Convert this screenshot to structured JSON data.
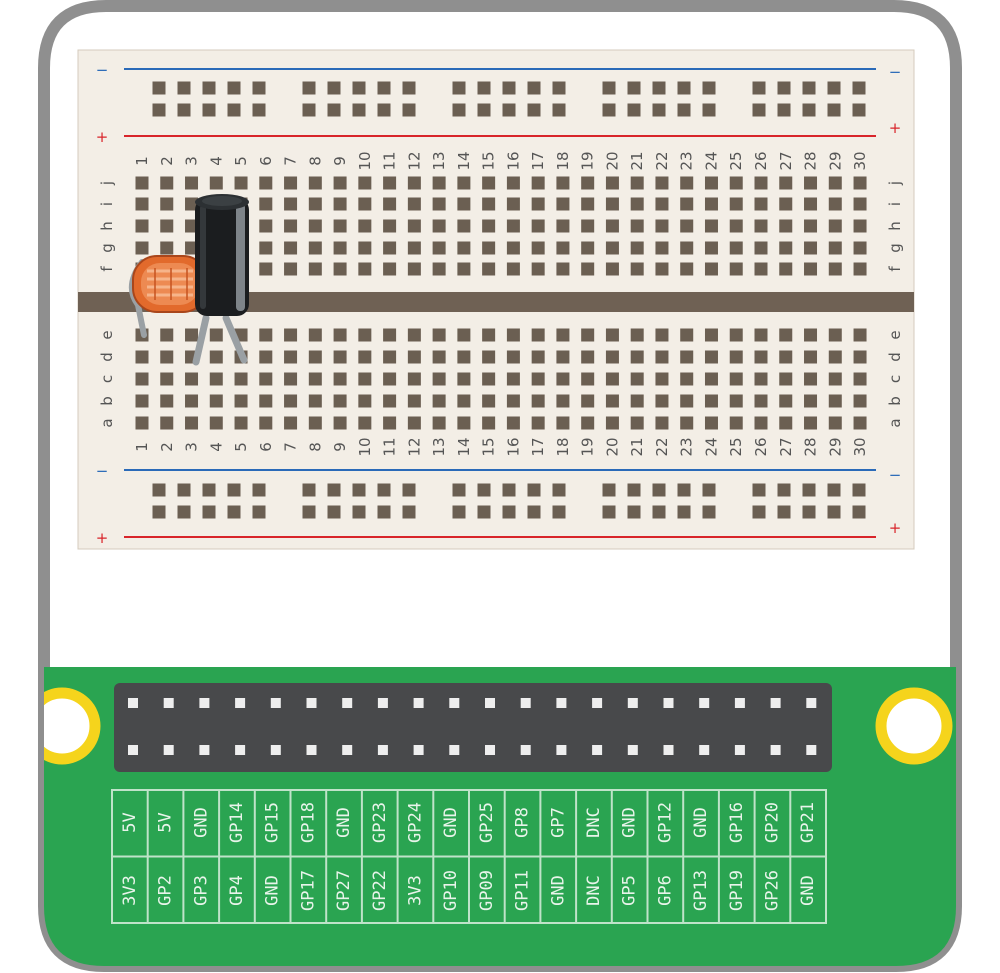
{
  "breadboard": {
    "column_numbers": [
      "1",
      "2",
      "3",
      "4",
      "5",
      "6",
      "7",
      "8",
      "9",
      "10",
      "11",
      "12",
      "13",
      "14",
      "15",
      "16",
      "17",
      "18",
      "19",
      "20",
      "21",
      "22",
      "23",
      "24",
      "25",
      "26",
      "27",
      "28",
      "29",
      "30"
    ],
    "upper_rows": [
      "j",
      "i",
      "h",
      "g",
      "f"
    ],
    "lower_rows": [
      "e",
      "d",
      "c",
      "b",
      "a"
    ],
    "rail_signs": {
      "minus": "−",
      "plus": "+"
    },
    "colors": {
      "board": "#f3eee6",
      "hole": "#6b5f52",
      "divider": "#6f6154",
      "negative_rail": "#2a6ab8",
      "positive_rail": "#d8242a"
    }
  },
  "components": {
    "capacitor": {
      "color": "#1b1d1f",
      "highlight": "#7e8489"
    },
    "ldr": {
      "body_color": "#e26a2c",
      "track_color": "#f6b48a"
    }
  },
  "gpio_header": {
    "pins_per_row": 20,
    "rows": 2,
    "top_labels": [
      "5V",
      "5V",
      "GND",
      "GP14",
      "GP15",
      "GP18",
      "GND",
      "GP23",
      "GP24",
      "GND",
      "GP25",
      "GP8",
      "GP7",
      "DNC",
      "GND",
      "GP12",
      "GND",
      "GP16",
      "GP20",
      "GP21"
    ],
    "bottom_labels": [
      "3V3",
      "GP2",
      "GP3",
      "GP4",
      "GND",
      "GP17",
      "GP27",
      "GP22",
      "3V3",
      "GP10",
      "GP09",
      "GP11",
      "GND",
      "DNC",
      "GP5",
      "GP6",
      "GP13",
      "GP19",
      "GP26",
      "GND"
    ],
    "colors": {
      "pcb": "#2aa451",
      "header": "#48494b",
      "pin": "#eeeeee",
      "mount_ring": "#f5d41c",
      "label_text": "#e8f4ea",
      "frame": "#8f8f8f"
    }
  }
}
